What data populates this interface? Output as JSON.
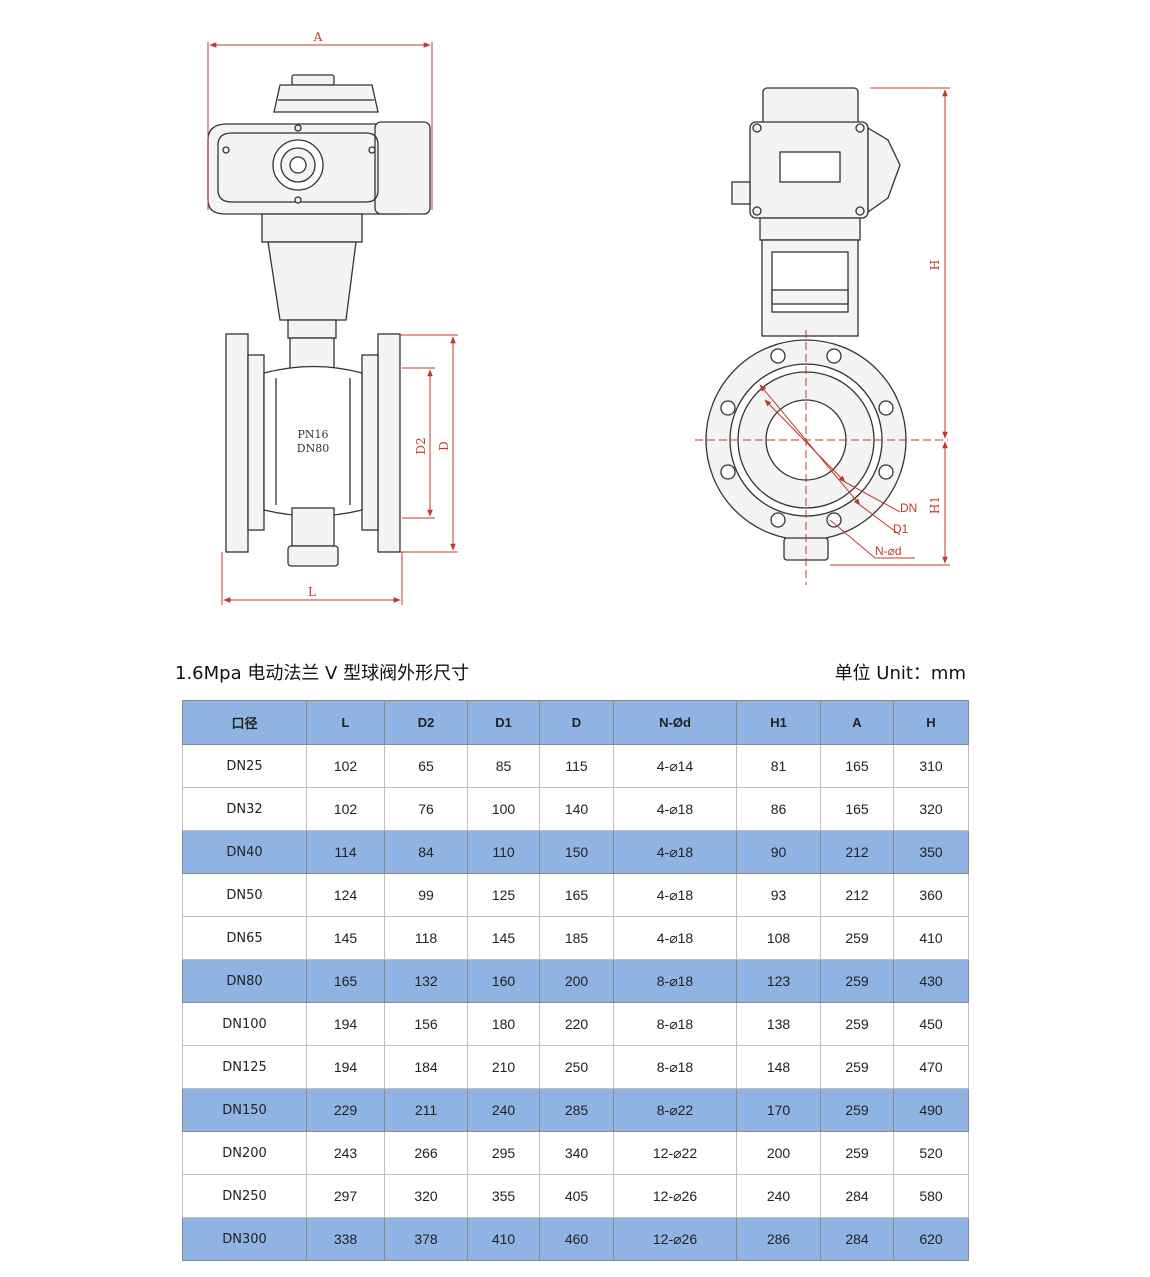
{
  "drawing": {
    "labels": {
      "A": "A",
      "L": "L",
      "D": "D",
      "D2": "D2",
      "H": "H",
      "H1": "H1",
      "DN": "DN",
      "D1": "D1",
      "Nd": "N-⌀d"
    },
    "body_text": [
      "PN16",
      "DN80"
    ],
    "colors": {
      "line": "#333333",
      "dimension": "#c0392b",
      "body_fill": "#f4f4f4"
    }
  },
  "spec": {
    "title": "1.6Mpa 电动法兰 V 型球阀外形尺寸",
    "unit": "单位 Unit：mm",
    "columns": [
      "口径",
      "L",
      "D2",
      "D1",
      "D",
      "N-Ød",
      "H1",
      "A",
      "H"
    ],
    "rows": [
      [
        "DN25",
        "102",
        "65",
        "85",
        "115",
        "4-⌀14",
        "81",
        "165",
        "310"
      ],
      [
        "DN32",
        "102",
        "76",
        "100",
        "140",
        "4-⌀18",
        "86",
        "165",
        "320"
      ],
      [
        "DN40",
        "114",
        "84",
        "110",
        "150",
        "4-⌀18",
        "90",
        "212",
        "350"
      ],
      [
        "DN50",
        "124",
        "99",
        "125",
        "165",
        "4-⌀18",
        "93",
        "212",
        "360"
      ],
      [
        "DN65",
        "145",
        "118",
        "145",
        "185",
        "4-⌀18",
        "108",
        "259",
        "410"
      ],
      [
        "DN80",
        "165",
        "132",
        "160",
        "200",
        "8-⌀18",
        "123",
        "259",
        "430"
      ],
      [
        "DN100",
        "194",
        "156",
        "180",
        "220",
        "8-⌀18",
        "138",
        "259",
        "450"
      ],
      [
        "DN125",
        "194",
        "184",
        "210",
        "250",
        "8-⌀18",
        "148",
        "259",
        "470"
      ],
      [
        "DN150",
        "229",
        "211",
        "240",
        "285",
        "8-⌀22",
        "170",
        "259",
        "490"
      ],
      [
        "DN200",
        "243",
        "266",
        "295",
        "340",
        "12-⌀22",
        "200",
        "259",
        "520"
      ],
      [
        "DN250",
        "297",
        "320",
        "355",
        "405",
        "12-⌀26",
        "240",
        "284",
        "580"
      ],
      [
        "DN300",
        "338",
        "378",
        "410",
        "460",
        "12-⌀26",
        "286",
        "284",
        "620"
      ]
    ],
    "highlight_rows": [
      2,
      5,
      8,
      11
    ],
    "colors": {
      "header_fill": "#8fb4e3",
      "highlight_fill": "#8fb4e3",
      "border": "#bfbfbf"
    }
  }
}
